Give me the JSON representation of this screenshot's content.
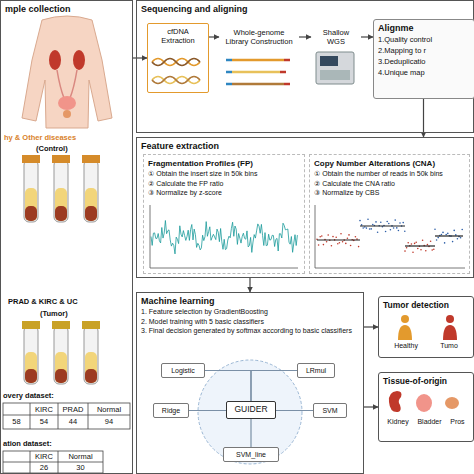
{
  "diagram": {
    "nodes": [
      {
        "text": [
          "mple collection"
        ]
      },
      {
        "text": [
          "Sequencing and aligning"
        ]
      },
      {
        "text": [
          "cfDNA Extraction"
        ],
        "in": 1
      },
      {
        "text": [
          "Whole-genome Library Construction"
        ],
        "in": 1
      },
      {
        "text": [
          "Shallow WGS"
        ],
        "in": 1
      },
      {
        "text": [
          "Alignme",
          "1.Quality control",
          "2.Mapping to r",
          "3.Deduplicatio",
          "4.Unique map"
        ],
        "in": 1
      },
      {
        "text": [
          "Feature extraction"
        ]
      },
      {
        "text": [
          "Fragmentation Profiles (FP)",
          "① Obtain the insert size in 50k bins",
          "② Calculate the FP ratio",
          "③ Normalize by z-score"
        ],
        "in": 6
      },
      {
        "text": [
          "Copy Number Alterations (CNA)",
          "① Obtain the number of reads in 50k bins",
          "② Calculate the CNA ratio",
          "③ Normalize by CBS"
        ],
        "in": 6
      },
      {
        "text": [
          "Machine learning",
          "1. Feature selection by GradientBoosting",
          "2. Model training with 5 basic classifiers",
          "3. Final decision generated by softmax according to basic classifiers"
        ]
      },
      {
        "text": [
          "Logistic"
        ],
        "in": 9
      },
      {
        "text": [
          "LRmul"
        ],
        "in": 9
      },
      {
        "text": [
          "Ridge"
        ],
        "in": 9
      },
      {
        "text": [
          "GUIDER"
        ],
        "in": 9
      },
      {
        "text": [
          "SVM"
        ],
        "in": 9
      },
      {
        "text": [
          "SVM_line"
        ],
        "in": 9
      },
      {
        "text": [
          "Tumor detection",
          "Healthy",
          "Tumo"
        ]
      },
      {
        "text": [
          "Tissue-of-origin",
          "Kidney",
          "Bladder",
          "Pros"
        ]
      }
    ],
    "edges": [
      {
        "from": 0,
        "to": 2,
        "arrow": "to"
      },
      {
        "from": 2,
        "to": 3,
        "arrow": "to"
      },
      {
        "from": 3,
        "to": 4,
        "arrow": "to"
      },
      {
        "from": 4,
        "to": 5,
        "arrow": "to"
      },
      {
        "from": 5,
        "to": 6,
        "arrow": "to"
      },
      {
        "from": 6,
        "to": 9,
        "arrow": "to"
      },
      {
        "from": 10,
        "to": 13,
        "arrow": "none"
      },
      {
        "from": 11,
        "to": 13,
        "arrow": "none"
      },
      {
        "from": 12,
        "to": 13,
        "arrow": "none"
      },
      {
        "from": 14,
        "to": 13,
        "arrow": "none"
      },
      {
        "from": 15,
        "to": 13,
        "arrow": "none"
      },
      {
        "from": 9,
        "to": 16,
        "arrow": "to"
      },
      {
        "from": 9,
        "to": 17,
        "arrow": "to"
      }
    ],
    "labels": [
      "hy & Other diseases",
      "(Control)",
      "PRAD & KIRC & UC",
      "(Tumor)",
      "overy dataset:",
      "KIRC",
      "PRAD",
      "Normal",
      "58",
      "54",
      "44",
      "94",
      "ation dataset:",
      "KIRC",
      "Normal",
      "26",
      "30"
    ]
  }
}
